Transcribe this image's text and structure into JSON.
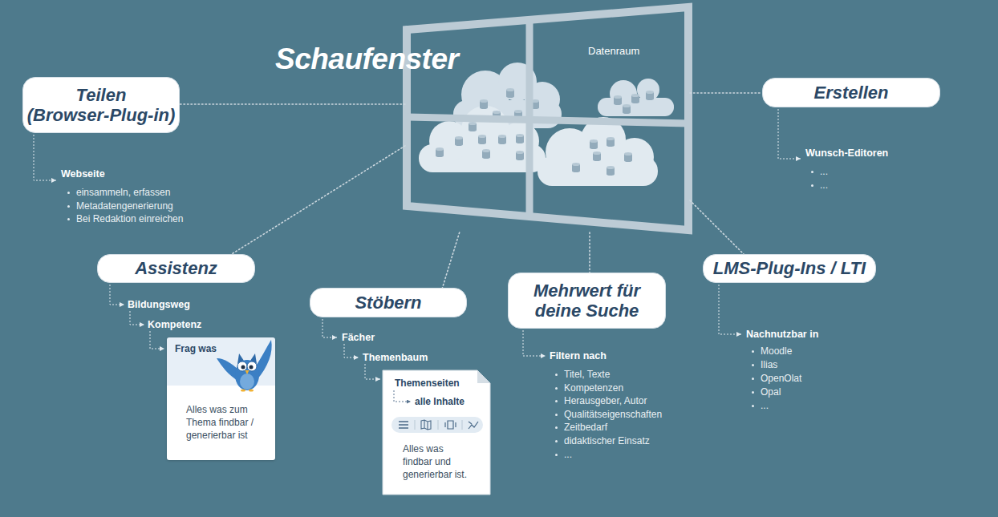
{
  "diagram": {
    "nodes": [
      {
        "text": [
          "Schaufenster",
          "Datenraum"
        ]
      },
      {
        "text": [
          "Teilen (Browser-Plug-in)"
        ]
      },
      {
        "text": [
          "Erstellen"
        ]
      },
      {
        "text": [
          "Assistenz"
        ]
      },
      {
        "text": [
          "Frag was",
          "Alles was zum Thema findbar / generierbar ist"
        ]
      },
      {
        "text": [
          "Stöbern"
        ]
      },
      {
        "text": [
          "Themenseiten",
          "alle Inhalte",
          "Alles was findbar und generierbar ist."
        ]
      },
      {
        "text": [
          "Mehrwert für deine Suche"
        ]
      },
      {
        "text": [
          "LMS-Plug-Ins / LTI"
        ]
      }
    ],
    "edges": [
      {
        "from": 0,
        "to": 1,
        "arrow": "none"
      },
      {
        "from": 0,
        "to": 2,
        "arrow": "none"
      },
      {
        "from": 0,
        "to": 3,
        "arrow": "none"
      },
      {
        "from": 0,
        "to": 5,
        "arrow": "none"
      },
      {
        "from": 0,
        "to": 7,
        "arrow": "none"
      },
      {
        "from": 0,
        "to": 8,
        "arrow": "none"
      }
    ],
    "labels": [
      "Webseite",
      "einsammeln, erfassen",
      "Metadatengenerierung",
      "Bei Redaktion einreichen",
      "Wunsch-Editoren",
      "...",
      "...",
      "Bildungsweg",
      "Kompetenz",
      "Fächer",
      "Themenbaum",
      "Filtern nach",
      "Titel, Texte",
      "Kompetenzen",
      "Herausgeber, Autor",
      "Qualitätseigenschaften",
      "Zeitbedarf",
      "didaktischer Einsatz",
      "...",
      "Nachnutzbar in",
      "Moodle",
      "Ilias",
      "OpenOlat",
      "Opal",
      "..."
    ]
  }
}
